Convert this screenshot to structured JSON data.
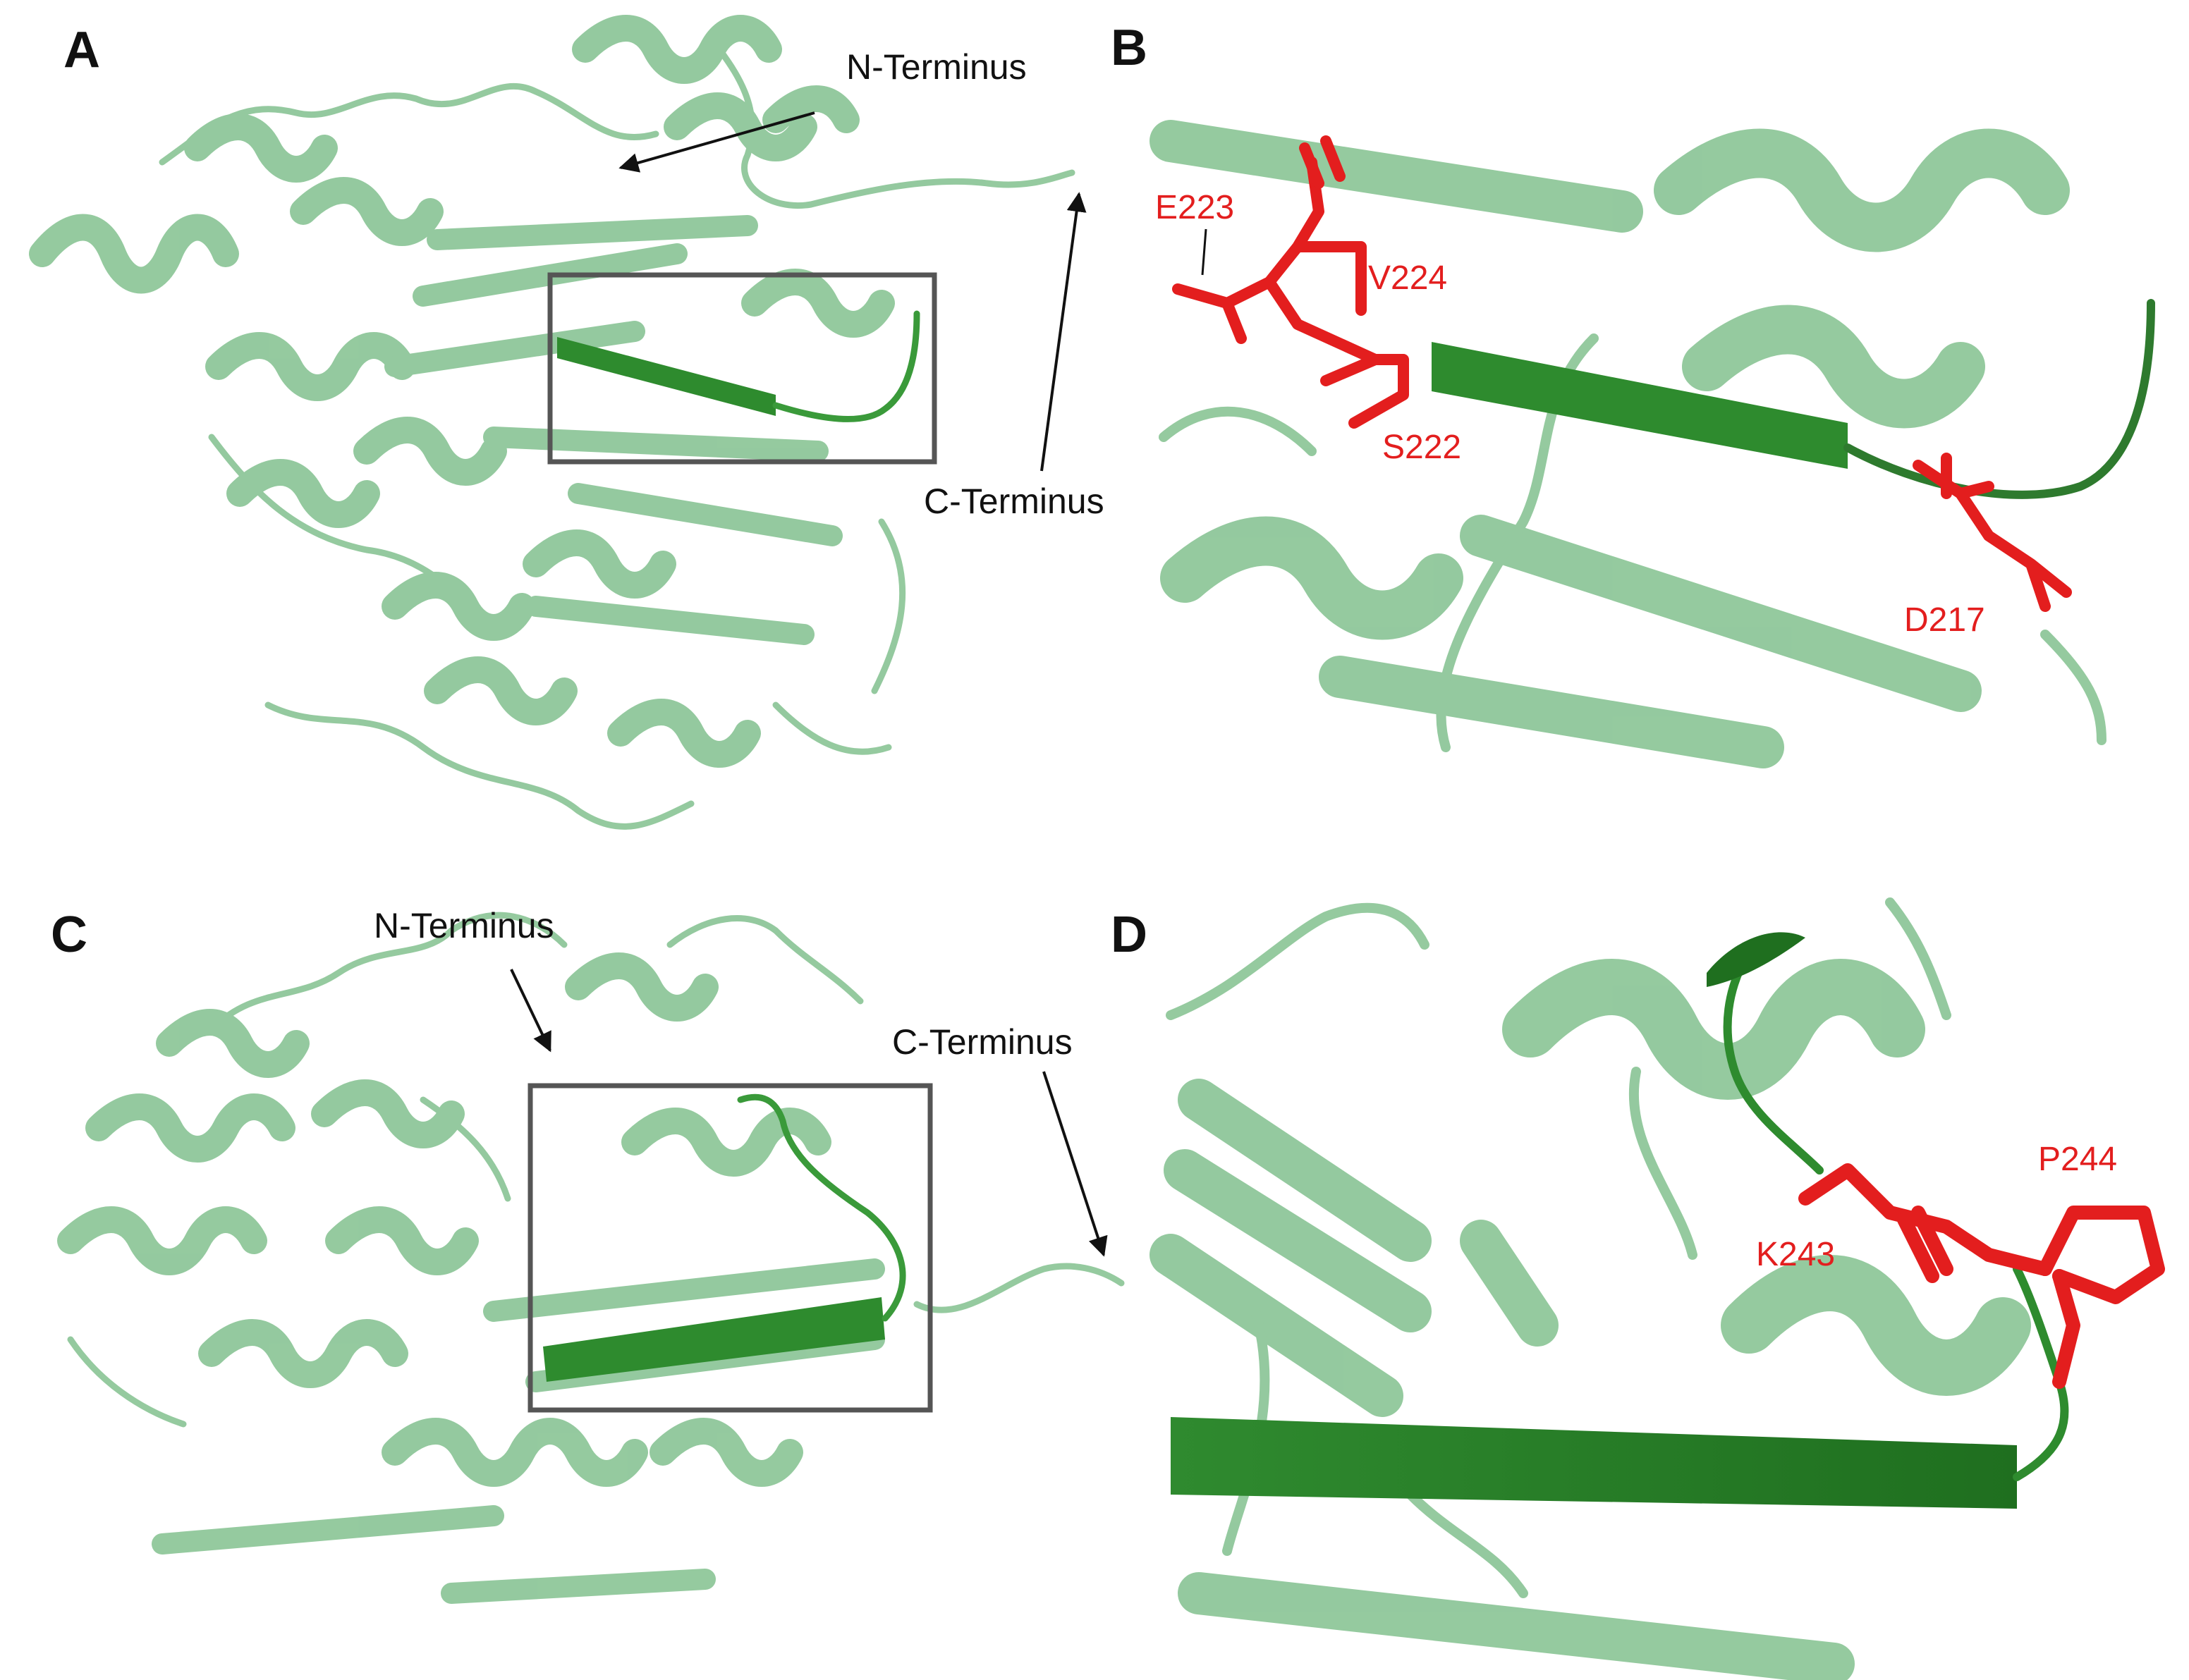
{
  "panels": [
    {
      "letter": "A"
    },
    {
      "letter": "B"
    },
    {
      "letter": "C"
    },
    {
      "letter": "D"
    }
  ],
  "panel_a": {
    "n_terminus": "N-Terminus",
    "c_terminus": "C-Terminus"
  },
  "panel_b": {
    "residues": [
      "E223",
      "V224",
      "S222",
      "D217"
    ]
  },
  "panel_c": {
    "n_terminus": "N-Terminus",
    "c_terminus": "C-Terminus"
  },
  "panel_d": {
    "residues": [
      "K243",
      "P244"
    ]
  },
  "colors": {
    "protein_light": "#8fc79a",
    "highlight_dark": "#2e8b2e",
    "residue_red": "#e31e1e",
    "box": "#555555",
    "text": "#111111"
  },
  "icons": [
    "arrow-icon"
  ]
}
